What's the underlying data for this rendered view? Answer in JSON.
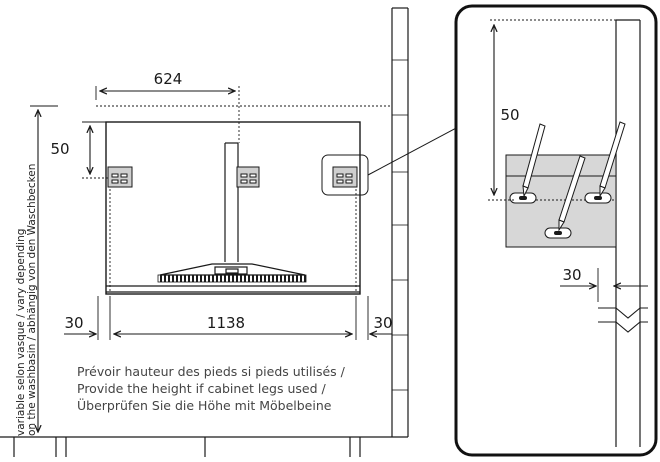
{
  "dimensions": {
    "width_top": "624",
    "height_top": "50",
    "width_inner": "1138",
    "gap_left": "30",
    "gap_right": "30",
    "detail_height": "50",
    "detail_gap": "30"
  },
  "notes": {
    "line1": "Prévoir hauteur des pieds si pieds utilisés /",
    "line2": "Provide the height if cabinet legs used /",
    "line3": "Überprüfen Sie die Höhe mit Möbelbeine"
  },
  "side_label": {
    "line1": "variable selon vasque / vary depending",
    "line2": "on the washbasin / abhängig von den Waschbecken"
  },
  "colors": {
    "line": "#1a1a1a",
    "plate": "#d7d7d7",
    "detail_frame": "#111111"
  }
}
